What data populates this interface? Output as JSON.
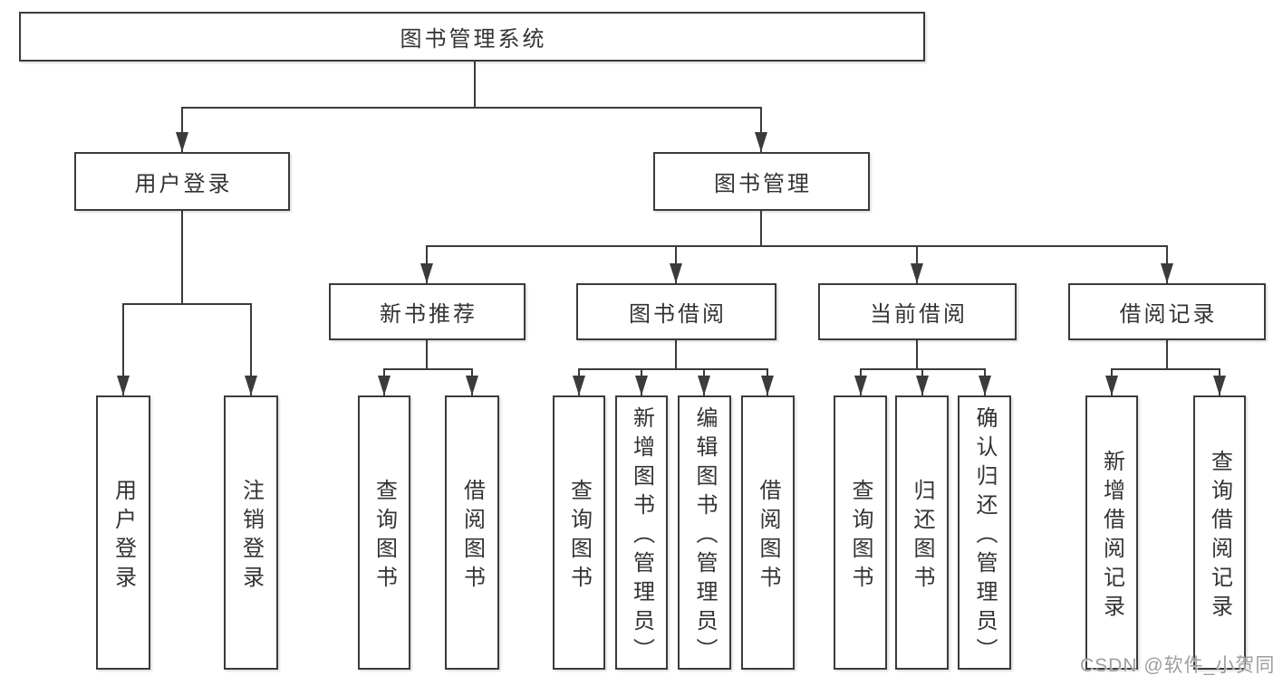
{
  "diagram": {
    "root": {
      "label": "图书管理系统"
    },
    "branches": {
      "user_login": {
        "label": "用户登录",
        "children": {
          "login": {
            "label": "用户登录"
          },
          "logout": {
            "label": "注销登录"
          }
        }
      },
      "book_mgmt": {
        "label": "图书管理",
        "children": {
          "new_book_rec": {
            "label": "新书推荐",
            "children": {
              "query_book": {
                "label": "查询图书"
              },
              "borrow_book": {
                "label": "借阅图书"
              }
            }
          },
          "book_borrow": {
            "label": "图书借阅",
            "children": {
              "query_book": {
                "label": "查询图书"
              },
              "add_book": {
                "label": "新增图书（管理员）"
              },
              "edit_book": {
                "label": "编辑图书（管理员）"
              },
              "borrow_book": {
                "label": "借阅图书"
              }
            }
          },
          "current_borrow": {
            "label": "当前借阅",
            "children": {
              "query_book": {
                "label": "查询图书"
              },
              "return_book": {
                "label": "归还图书"
              },
              "confirm_return": {
                "label": "确认归还（管理员）"
              }
            }
          },
          "borrow_records": {
            "label": "借阅记录",
            "children": {
              "add_record": {
                "label": "新增借阅记录"
              },
              "query_record": {
                "label": "查询借阅记录"
              }
            }
          }
        }
      }
    }
  },
  "watermark": {
    "text": "CSDN @软件_小贺同学"
  },
  "colors": {
    "line": "#3b3b3b",
    "border": "#3b3b3b",
    "text": "#333333",
    "background": "#ffffff",
    "watermark": "#9e9e9e"
  }
}
